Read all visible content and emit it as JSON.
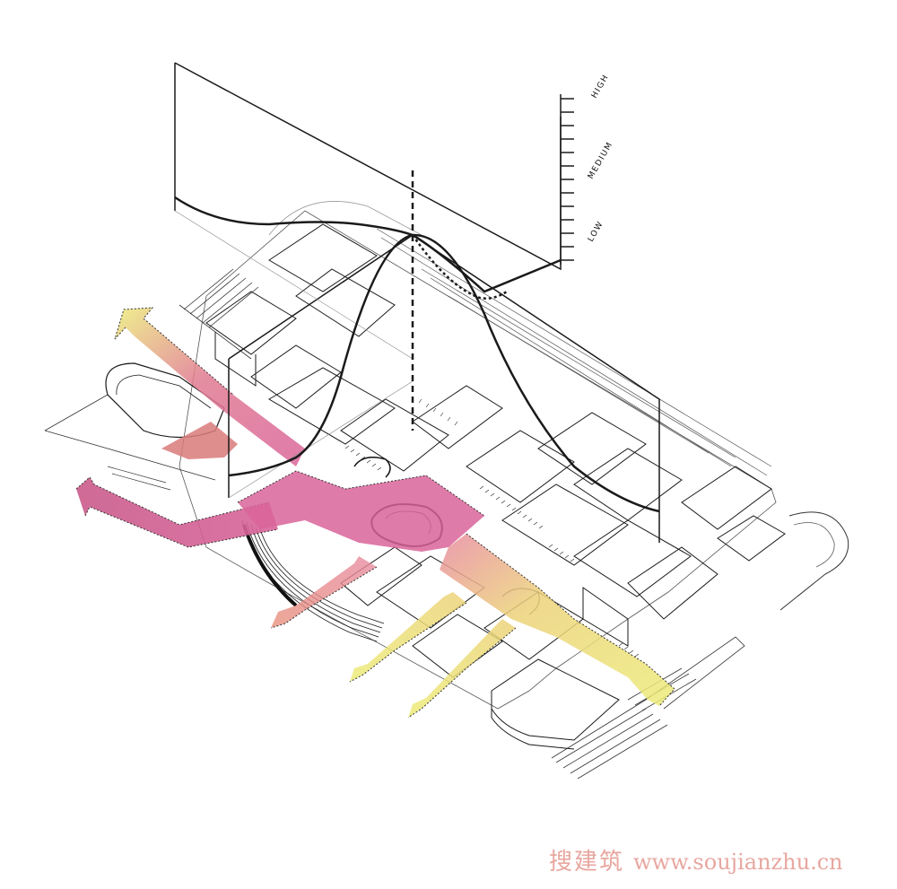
{
  "diagram": {
    "scale_axis": {
      "labels": [
        "HIGH",
        "MEDIUM",
        "LOW"
      ]
    },
    "colors": {
      "flow_yellow": "#ecec7a",
      "flow_pink": "#d9649a",
      "flow_salmon": "#e8907c",
      "linework": "#1a1a1a",
      "linework_light": "#9a9a9a"
    }
  },
  "watermark": {
    "text_cn": "搜建筑",
    "url": "www.soujianzhu.cn"
  }
}
